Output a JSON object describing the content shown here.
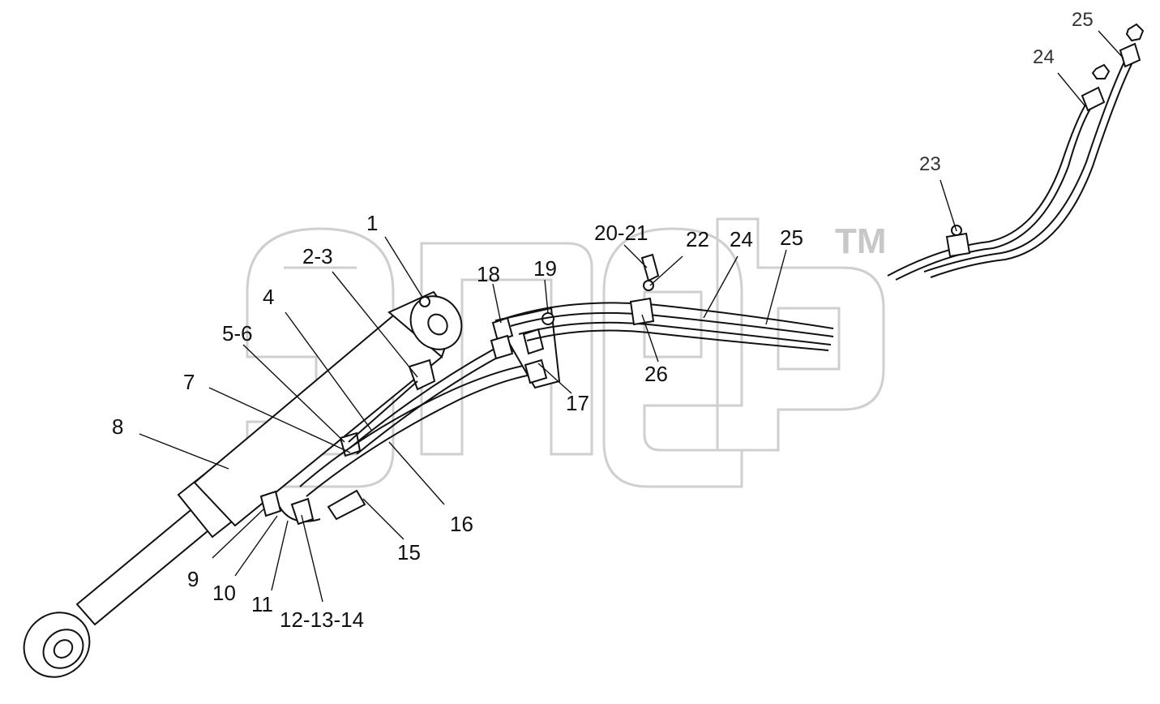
{
  "watermark": {
    "text": "эпер",
    "trademark": "TM"
  },
  "callouts": [
    {
      "id": "c1",
      "text": "1"
    },
    {
      "id": "c2",
      "text": "2-3"
    },
    {
      "id": "c4",
      "text": "4"
    },
    {
      "id": "c5",
      "text": "5-6"
    },
    {
      "id": "c7",
      "text": "7"
    },
    {
      "id": "c8",
      "text": "8"
    },
    {
      "id": "c9",
      "text": "9"
    },
    {
      "id": "c10",
      "text": "10"
    },
    {
      "id": "c11",
      "text": "11"
    },
    {
      "id": "c12",
      "text": "12-13-14"
    },
    {
      "id": "c15",
      "text": "15"
    },
    {
      "id": "c16",
      "text": "16"
    },
    {
      "id": "c17",
      "text": "17"
    },
    {
      "id": "c18",
      "text": "18"
    },
    {
      "id": "c19",
      "text": "19"
    },
    {
      "id": "c20",
      "text": "20-21"
    },
    {
      "id": "c22",
      "text": "22"
    },
    {
      "id": "c24a",
      "text": "24"
    },
    {
      "id": "c25a",
      "text": "25"
    },
    {
      "id": "c26",
      "text": "26"
    },
    {
      "id": "c23",
      "text": "23"
    },
    {
      "id": "c24b",
      "text": "24"
    },
    {
      "id": "c25b",
      "text": "25"
    }
  ]
}
